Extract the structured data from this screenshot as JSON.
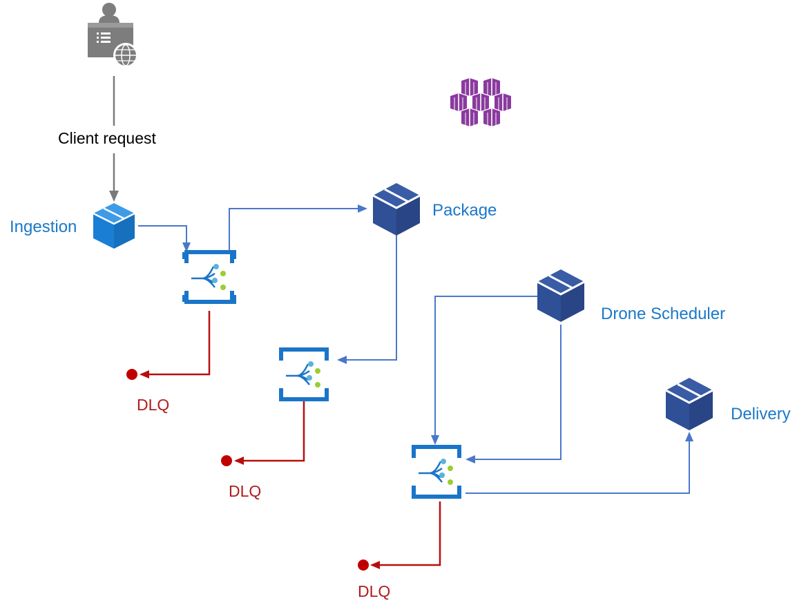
{
  "colors": {
    "flow_line": "#4a77c9",
    "client_line": "#7a7a7a",
    "dlq_line": "#b80d0d",
    "service_label": "#1b78c8",
    "dlq_label": "#b01c1c",
    "ingestion_cube": "#1a7fd4",
    "service_cube": "#2f4f96",
    "queue_icon": "#1a75c9",
    "cluster_icon": "#8a3a9e"
  },
  "icons": {
    "client": "client-web-user-icon",
    "cluster": "kubernetes-cluster-icon",
    "service": "microservice-cube-icon",
    "queue": "service-bus-queue-icon",
    "dlq": "dead-letter-endpoint-icon"
  },
  "labels": {
    "client_request": "Client request",
    "ingestion": "Ingestion",
    "package": "Package",
    "drone_scheduler": "Drone Scheduler",
    "delivery": "Delivery",
    "dlq": "DLQ"
  }
}
